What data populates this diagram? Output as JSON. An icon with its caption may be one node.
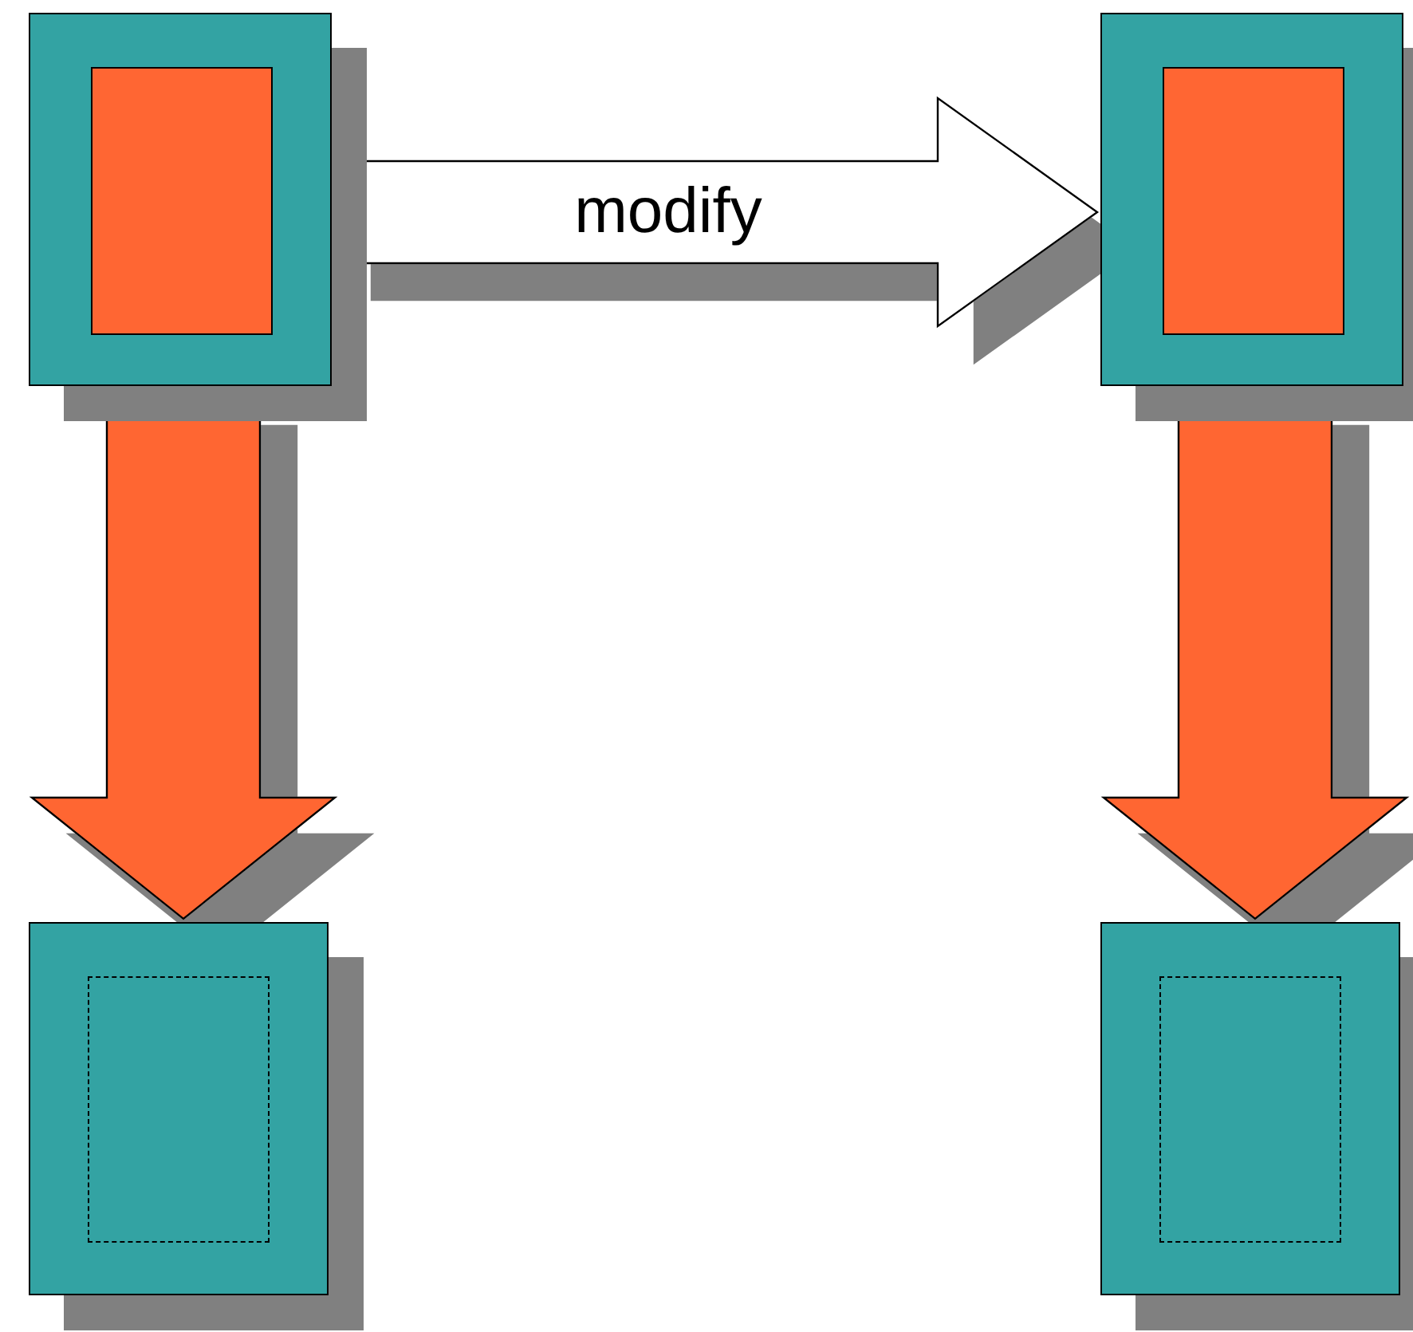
{
  "diagram": {
    "nodes": [
      {
        "text": [],
        "shape": "box"
      },
      {
        "text": [],
        "shape": "box",
        "in": 0
      },
      {
        "text": [],
        "shape": "box"
      },
      {
        "text": [],
        "shape": "box",
        "in": 2
      },
      {
        "text": [],
        "shape": "box"
      },
      {
        "text": [],
        "shape": "box",
        "in": 4
      },
      {
        "text": [],
        "shape": "box"
      },
      {
        "text": [],
        "shape": "box",
        "in": 6
      }
    ],
    "edges": [
      {
        "from": 0,
        "to": 2,
        "arrow": "to",
        "label": "modify",
        "color": "#ffffff"
      },
      {
        "from": 0,
        "to": 4,
        "arrow": "to"
      },
      {
        "from": 2,
        "to": 6,
        "arrow": "to"
      }
    ]
  }
}
